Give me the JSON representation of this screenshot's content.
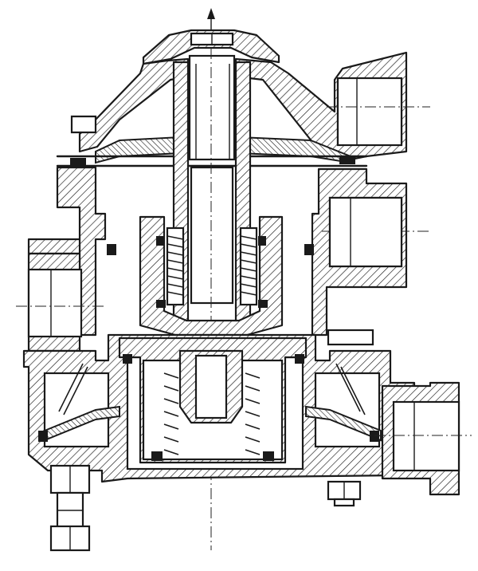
{
  "drawing": {
    "colors": {
      "ink": "#1a1a1a",
      "paper": "#ffffff"
    },
    "parts": [
      "top-cap",
      "upper-body",
      "stem",
      "upper-diaphragm",
      "spring-cage",
      "middle-body",
      "lower-body",
      "lower-cup",
      "lower-diaphragm",
      "right-upper-port",
      "right-middle-port",
      "left-port",
      "right-lower-port",
      "bottom-bolt",
      "bottom-drain-plug",
      "flow-arrow"
    ]
  }
}
